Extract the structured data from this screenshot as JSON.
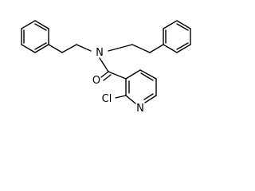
{
  "atoms": {
    "amide_nitrogen": "N",
    "carbonyl_oxygen": "O",
    "chlorine": "Cl",
    "pyridine_nitrogen": "N"
  },
  "colors": {
    "bond": "#000000",
    "label": "#000000",
    "background": "#ffffff"
  }
}
